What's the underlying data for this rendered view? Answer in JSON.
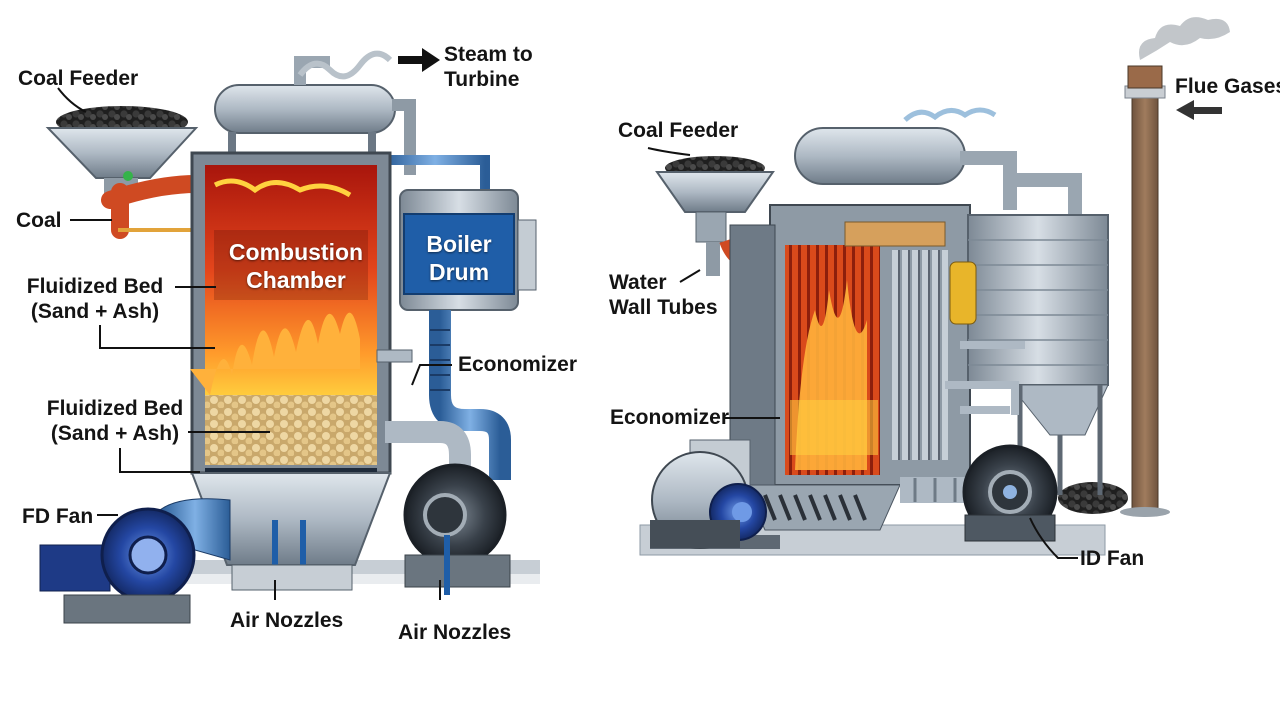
{
  "colors": {
    "background": "#ffffff",
    "steel": "#b7c2cc",
    "steel_dark": "#55626f",
    "fire_red": "#d8321a",
    "fire_orange": "#f47a1f",
    "fire_yellow": "#ffd23f",
    "pipe_red": "#cf4a22",
    "pipe_blue": "#3f7fc4",
    "fan_blue": "#2447a3",
    "drum_blue": "#1f5ea8",
    "sand": "#e0c58e",
    "coal": "#2b2b2b",
    "chimney_brown": "#8b6a4f",
    "text": "#141414"
  },
  "left_diagram": {
    "labels": {
      "coal_feeder": "Coal Feeder",
      "coal": "Coal",
      "fluidized_bed_upper": "Fluidized Bed\n(Sand + Ash)",
      "fluidized_bed_lower": "Fluidized Bed\n(Sand + Ash)",
      "fd_fan": "FD Fan",
      "air_nozzles_left": "Air Nozzles",
      "air_nozzles_right": "Air Nozzles",
      "economizer": "Economizer",
      "steam_to_turbine": "Steam to\nTurbine",
      "combustion_chamber": "Combustion\nChamber",
      "boiler_drum": "Boiler\nDrum"
    },
    "icons": [
      "coal-hopper-icon",
      "fd-fan-icon",
      "induced-fan-icon",
      "steam-drum-icon",
      "arrow-right-icon"
    ]
  },
  "right_diagram": {
    "labels": {
      "coal_feeder": "Coal Feeder",
      "water_wall_tubes": "Water\nWall Tubes",
      "economizer": "Economizer",
      "id_fan": "ID Fan",
      "flue_gases": "Flue Gases"
    },
    "icons": [
      "coal-hopper-icon",
      "id-fan-icon",
      "chimney-icon",
      "arrow-left-icon",
      "smoke-icon"
    ]
  }
}
